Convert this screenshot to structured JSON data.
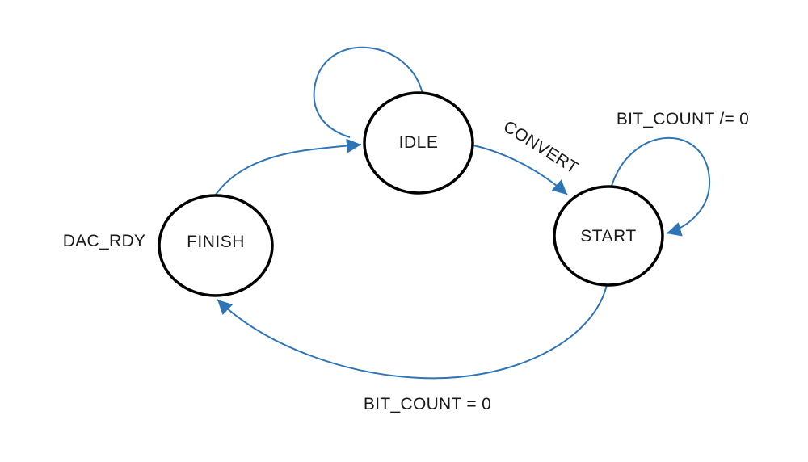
{
  "diagram": {
    "type": "state-machine",
    "colors": {
      "edge": "#2E75B6",
      "node_stroke": "#000000",
      "node_fill": "#FFFFFF",
      "text": "#1A1A1A",
      "background": "#FFFFFF"
    },
    "states": [
      {
        "id": "idle",
        "label": "IDLE"
      },
      {
        "id": "start",
        "label": "START"
      },
      {
        "id": "finish",
        "label": "FINISH"
      }
    ],
    "transitions": [
      {
        "id": "idle-self",
        "from": "IDLE",
        "to": "IDLE",
        "label": ""
      },
      {
        "id": "idle-start",
        "from": "IDLE",
        "to": "START",
        "label": "CONVERT"
      },
      {
        "id": "start-self",
        "from": "START",
        "to": "START",
        "label": "BIT_COUNT /= 0"
      },
      {
        "id": "start-finish",
        "from": "START",
        "to": "FINISH",
        "label": "BIT_COUNT = 0"
      },
      {
        "id": "finish-idle",
        "from": "FINISH",
        "to": "IDLE",
        "label": "DAC_RDY"
      }
    ]
  }
}
